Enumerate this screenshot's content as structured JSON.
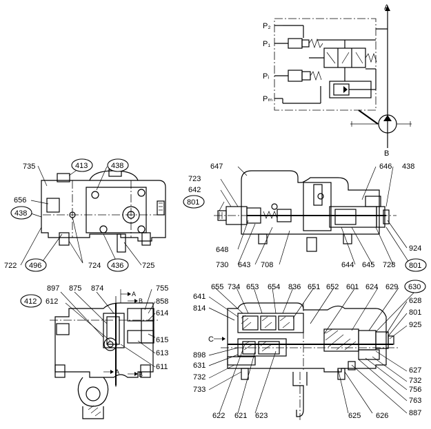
{
  "hydraulic_symbol": {
    "port_labels": [
      "A",
      "B",
      "P₂",
      "P₁",
      "Pᵢ",
      "Pₘ"
    ]
  },
  "view_top_left": {
    "part_labels": [
      "735",
      "413",
      "438",
      "656",
      "438",
      "722",
      "496",
      "724",
      "436",
      "725"
    ],
    "circled": [
      "413",
      "438",
      "438",
      "496",
      "436"
    ]
  },
  "view_top_right": {
    "part_labels": [
      "647",
      "646",
      "438",
      "723",
      "642",
      "801",
      "648",
      "730",
      "643",
      "708",
      "644",
      "645",
      "728",
      "801",
      "924"
    ],
    "circled": [
      "801",
      "801"
    ]
  },
  "view_bottom_left": {
    "part_labels": [
      "897",
      "875",
      "874",
      "755",
      "412",
      "612",
      "858",
      "614",
      "615",
      "613",
      "611"
    ],
    "section_marks": [
      "A",
      "B",
      "A",
      "B"
    ],
    "circled": [
      "412"
    ]
  },
  "view_bottom_right": {
    "part_labels": [
      "655",
      "734",
      "653",
      "654",
      "836",
      "651",
      "652",
      "601",
      "624",
      "629",
      "630",
      "641",
      "628",
      "814",
      "801",
      "925",
      "898",
      "631",
      "627",
      "732",
      "732",
      "756",
      "733",
      "763",
      "887",
      "622",
      "621",
      "623",
      "625",
      "626"
    ],
    "section_marks": [
      "C"
    ],
    "circled": [
      "630"
    ]
  }
}
